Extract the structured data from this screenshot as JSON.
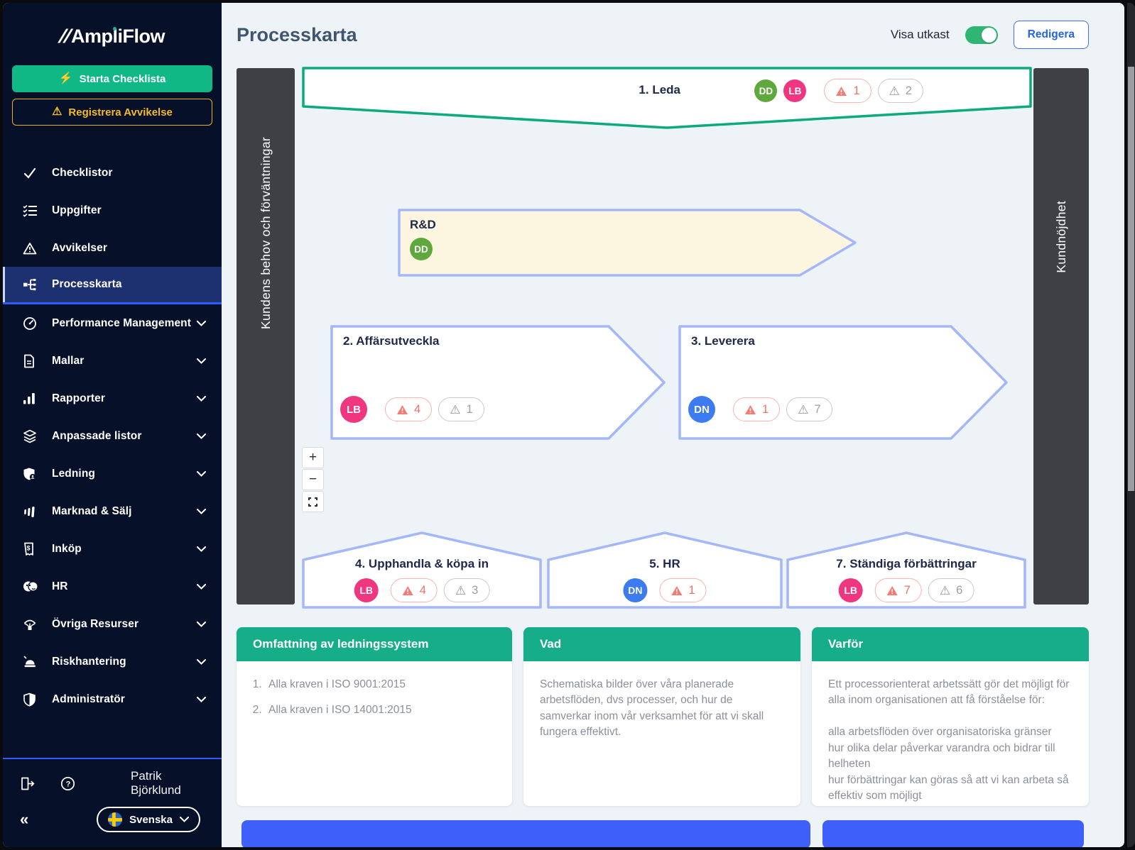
{
  "colors": {
    "brand_green": "#16ad89",
    "leda_border_green": "#0caa7d",
    "toggle_green": "#2fb574",
    "start_button_green": "#0fb885",
    "warning_yellow": "#eab31e",
    "accent_blue": "#2563eb",
    "active_nav_blue": "#2e5bff",
    "shape_border_periwinkle": "#a3b7f9",
    "rd_fill_cream": "#fcf6e1",
    "avatar_green": "#5fa83d",
    "avatar_pink": "#f03680",
    "avatar_blue": "#3d7bf0",
    "error_red": "#f0716a",
    "sidebar_navy": "#071029",
    "blue_bar": "#3f5ffa"
  },
  "sidebar": {
    "logo": "AmpliFlow",
    "primary_button": "Starta Checklista",
    "secondary_button": "Registrera Avvikelse",
    "items": [
      {
        "label": "Checklistor"
      },
      {
        "label": "Uppgifter"
      },
      {
        "label": "Avvikelser"
      },
      {
        "label": "Processkarta"
      },
      {
        "label": "Performance Management"
      },
      {
        "label": "Mallar"
      },
      {
        "label": "Rapporter"
      },
      {
        "label": "Anpassade listor"
      },
      {
        "label": "Ledning"
      },
      {
        "label": "Marknad & Sälj"
      },
      {
        "label": "Inköp"
      },
      {
        "label": "HR"
      },
      {
        "label": "Övriga Resurser"
      },
      {
        "label": "Riskhantering"
      },
      {
        "label": "Administratör"
      }
    ],
    "user_name": "Patrik Björklund",
    "language": "Svenska"
  },
  "header": {
    "title": "Processkarta",
    "toggle_label": "Visa utkast",
    "edit_button": "Redigera"
  },
  "process_map": {
    "left_bar": "Kundens behov och förväntningar",
    "right_bar": "Kundnöjdhet",
    "zoom_in": "+",
    "zoom_out": "−",
    "shapes": {
      "leda": {
        "title": "1. Leda",
        "avatar1": "DD",
        "avatar2": "LB",
        "errors": "1",
        "warnings": "2"
      },
      "rd": {
        "title": "R&D",
        "avatar1": "DD"
      },
      "affarsutveckla": {
        "title": "2. Affärsutveckla",
        "avatar1": "LB",
        "errors": "4",
        "warnings": "1"
      },
      "leverera": {
        "title": "3. Leverera",
        "avatar1": "DN",
        "errors": "1",
        "warnings": "7"
      },
      "upphandla": {
        "title": "4. Upphandla & köpa in",
        "avatar1": "LB",
        "errors": "4",
        "warnings": "3"
      },
      "hr": {
        "title": "5. HR",
        "avatar1": "DN",
        "errors": "1"
      },
      "standiga": {
        "title": "7. Ständiga förbättringar",
        "avatar1": "LB",
        "errors": "7",
        "warnings": "6"
      }
    }
  },
  "cards": [
    {
      "title": "Omfattning av ledningssystem",
      "list": [
        "Alla kraven i ISO 9001:2015",
        "Alla kraven i ISO 14001:2015"
      ]
    },
    {
      "title": "Vad",
      "body": "Schematiska bilder över våra planerade arbetsflöden, dvs processer, och hur de samverkar inom vår verksamhet för att vi skall fungera effektivt."
    },
    {
      "title": "Varför",
      "body": "Ett processorienterat arbetssätt gör det möjligt för alla inom organisationen att få förståelse för:\n\nalla arbetsflöden över organisatoriska gränser\nhur olika delar påverkar varandra och bidrar till helheten\nhur förbättringar kan göras så att vi kan arbeta så effektiv som möjligt"
    }
  ]
}
